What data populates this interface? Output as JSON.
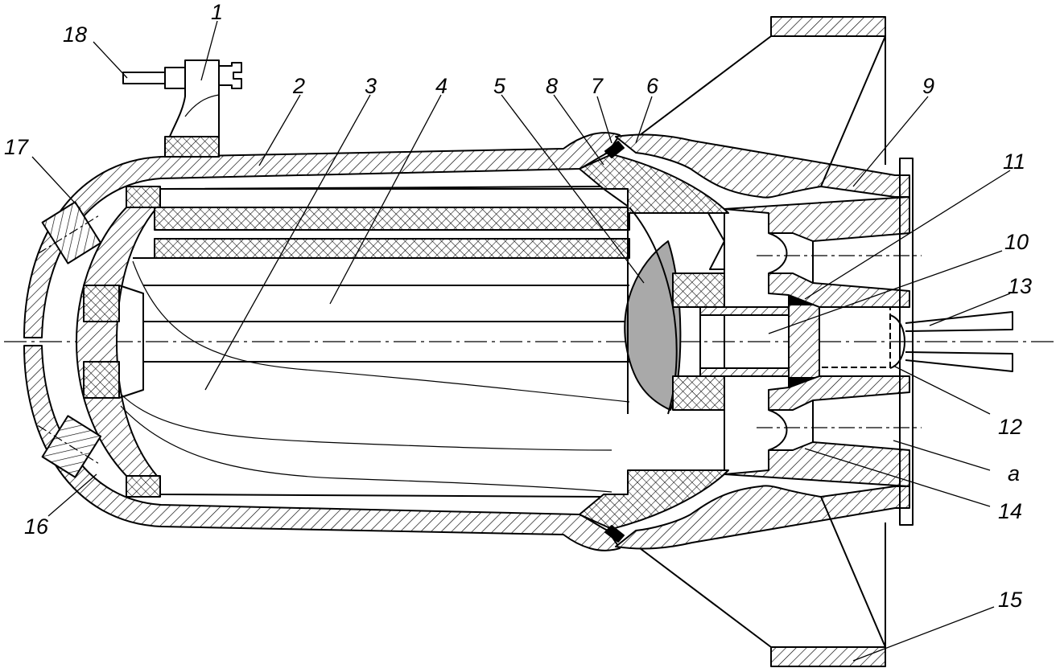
{
  "diagram": {
    "part_labels": [
      "1",
      "2",
      "3",
      "4",
      "5",
      "6",
      "7",
      "8",
      "9",
      "10",
      "11",
      "12",
      "13",
      "14",
      "15",
      "16",
      "17",
      "18",
      "a"
    ],
    "colors": {
      "line": "#000000",
      "shaded_section": "#a9a9a9",
      "background": "#ffffff"
    }
  }
}
